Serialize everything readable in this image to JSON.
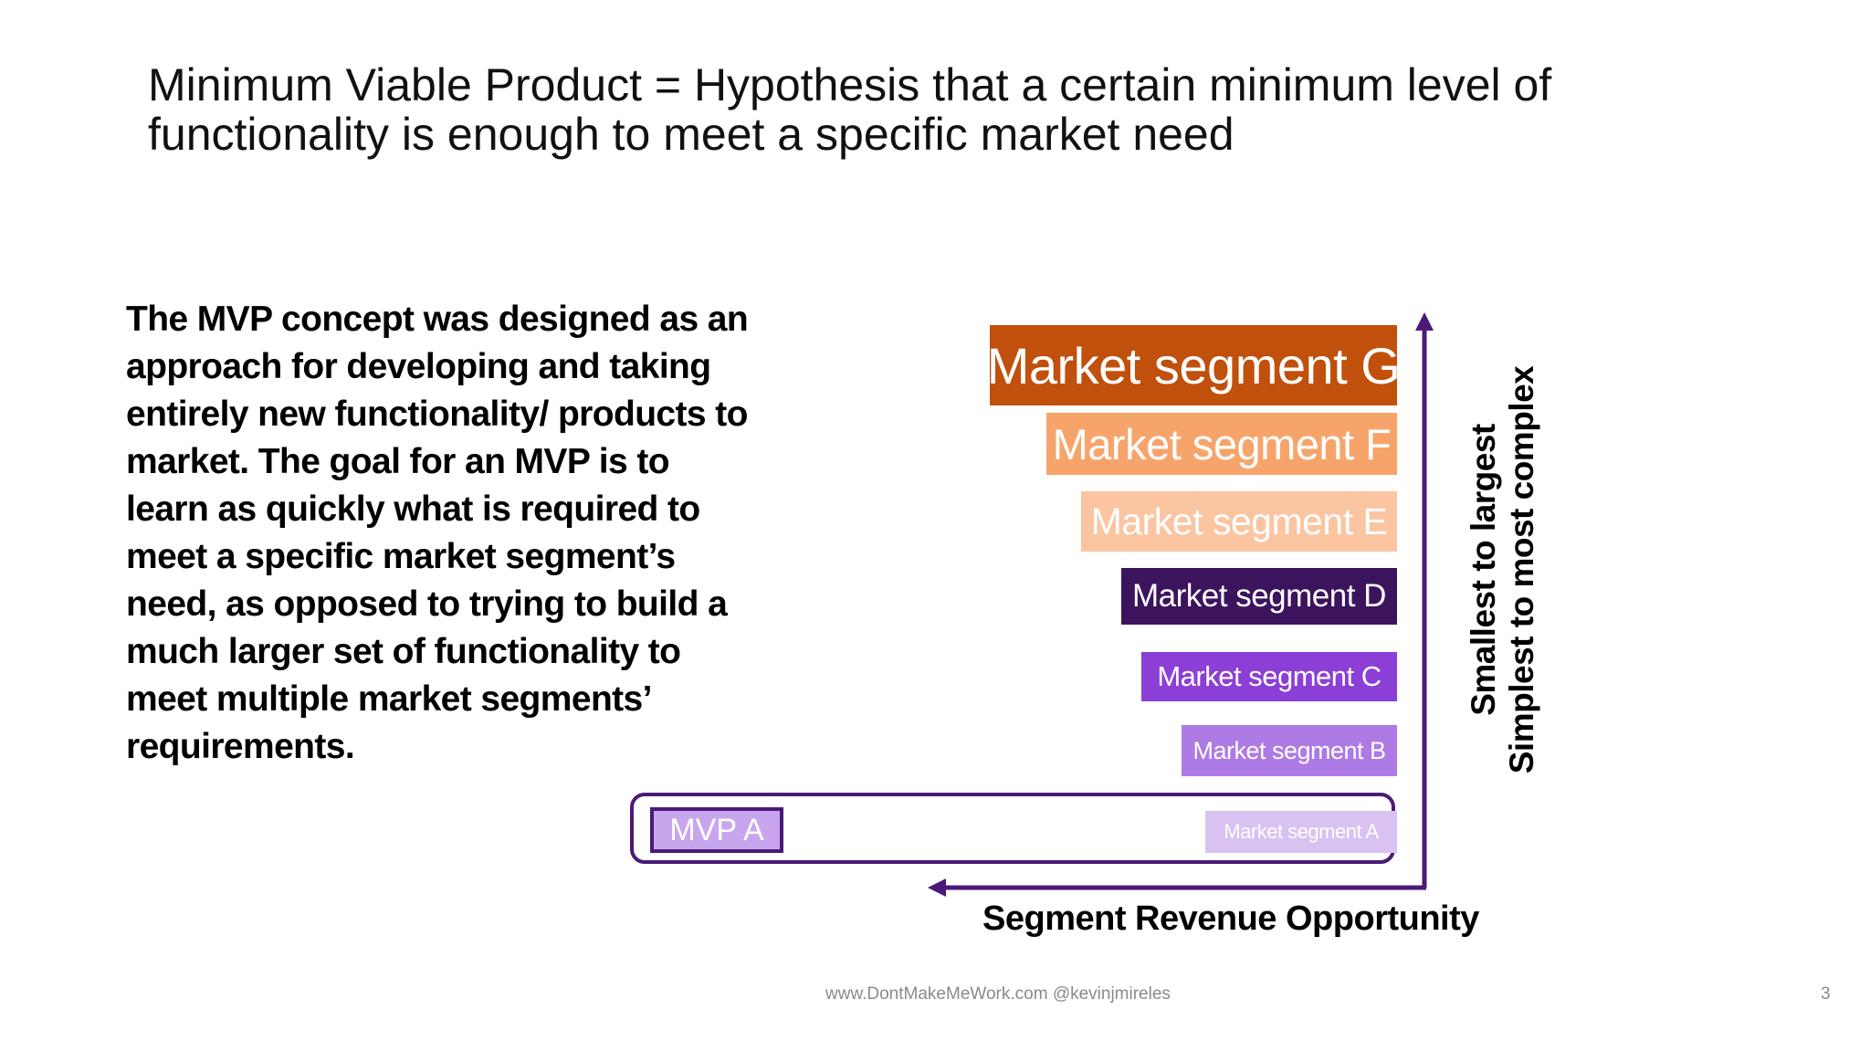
{
  "title": {
    "line1": "Minimum Viable Product = Hypothesis that a certain minimum level of",
    "line2": "functionality is enough to meet a specific market need"
  },
  "body": {
    "lines": [
      "The MVP concept was designed as an",
      "approach for developing and taking",
      "entirely new functionality/ products to",
      "market. The goal for an MVP is to",
      "learn as quickly what is required to",
      "meet a specific market segment’s",
      "need, as opposed to trying to build a",
      "much larger set of functionality to",
      "meet multiple market segments’",
      "requirements."
    ]
  },
  "diagram": {
    "segments": [
      {
        "label": "Market segment G",
        "color": "#c0500c"
      },
      {
        "label": "Market segment F",
        "color": "#f7a46b"
      },
      {
        "label": "Market segment E",
        "color": "#fbc5a2"
      },
      {
        "label": "Market segment D",
        "color": "#3c145e"
      },
      {
        "label": "Market segment C",
        "color": "#8c3fd6"
      },
      {
        "label": "Market segment B",
        "color": "#ad7ae6"
      },
      {
        "label": "Market segment A",
        "color": "#d9c2f2"
      }
    ],
    "mvp_label": "MVP A",
    "vertical_axis": {
      "line1": "Smallest to largest",
      "line2": "Simplest to most complex"
    },
    "horizontal_axis": "Segment Revenue Opportunity",
    "axis_color": "#4b1a78"
  },
  "footer": {
    "source": "www.DontMakeMeWork.com  @kevinjmireles",
    "page": "3"
  }
}
